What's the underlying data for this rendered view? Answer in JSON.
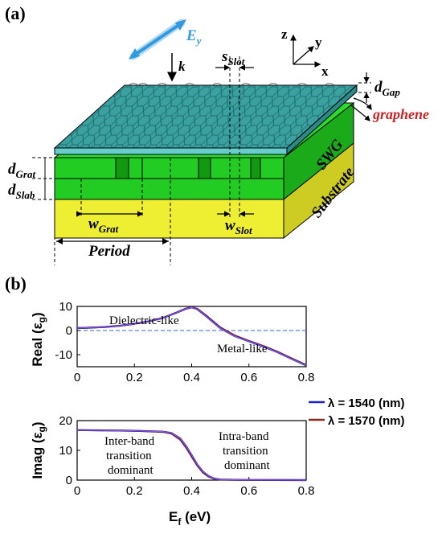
{
  "panel_a": {
    "label": "(a)",
    "labels": {
      "ey": "E",
      "ey_sub": "y",
      "k": "k",
      "s": "s",
      "s_sub": "Slot",
      "z": "z",
      "y": "y",
      "x": "x",
      "d_gap": "d",
      "d_gap_sub": "Gap",
      "graphene": "graphene",
      "swg": "SWG",
      "substrate": "Substrate",
      "d_grat": "d",
      "d_grat_sub": "Grat",
      "d_slab": "d",
      "d_slab_sub": "Slab",
      "w_grat": "w",
      "w_grat_sub": "Grat",
      "w_slot": "w",
      "w_slot_sub": "Slot",
      "period": "Period"
    },
    "colors": {
      "graphene": "#3aa0a0",
      "swg": "#22cc22",
      "substrate": "#eeee33",
      "arrow": "#3399dd",
      "graphene_label": "#cc2222"
    }
  },
  "panel_b": {
    "label": "(b)",
    "legend": [
      {
        "label": "λ = 1540 (nm)",
        "color": "#2222cc"
      },
      {
        "label": "λ = 1570 (nm)",
        "color": "#8b2a1a"
      }
    ]
  },
  "chart_data": [
    {
      "type": "line",
      "xlabel": "",
      "ylabel": "Real (ε",
      "ylabel_sub": "g",
      "ylabel_close": ")",
      "xlim": [
        0,
        0.8
      ],
      "ylim": [
        -15,
        10
      ],
      "xticks": [
        "0",
        "0.2",
        "0.4",
        "0.6",
        "0.8"
      ],
      "yticks": [
        "10",
        "0",
        "-10"
      ],
      "ytick_values": [
        10,
        0,
        -10
      ],
      "xtick_values": [
        0,
        0.2,
        0.4,
        0.6,
        0.8
      ],
      "zero_line": true,
      "annotations": [
        "Dielectric-like",
        "Metal-like"
      ],
      "x": [
        0,
        0.05,
        0.1,
        0.15,
        0.2,
        0.25,
        0.3,
        0.35,
        0.38,
        0.4,
        0.42,
        0.45,
        0.5,
        0.55,
        0.6,
        0.65,
        0.7,
        0.75,
        0.8
      ],
      "series": [
        {
          "name": "λ = 1540 (nm)",
          "values": [
            1.0,
            1.2,
            1.5,
            2.0,
            2.8,
            3.8,
            5.2,
            7.5,
            9.0,
            9.6,
            8.8,
            6.0,
            1.0,
            -2.3,
            -4.5,
            -6.6,
            -9.0,
            -11.8,
            -14.5
          ]
        },
        {
          "name": "λ = 1570 (nm)",
          "values": [
            1.0,
            1.2,
            1.5,
            2.0,
            2.8,
            3.8,
            5.3,
            7.6,
            9.1,
            9.7,
            9.0,
            6.3,
            1.3,
            -2.0,
            -4.3,
            -6.4,
            -8.8,
            -11.6,
            -14.3
          ]
        }
      ]
    },
    {
      "type": "line",
      "xlabel": "E",
      "xlabel_sub": "f",
      "xlabel_unit": " (eV)",
      "ylabel": "Imag (ε",
      "ylabel_sub": "g",
      "ylabel_close": ")",
      "xlim": [
        0,
        0.8
      ],
      "ylim": [
        0,
        20
      ],
      "xticks": [
        "0",
        "0.2",
        "0.4",
        "0.6",
        "0.8"
      ],
      "yticks": [
        "20",
        "10",
        "0"
      ],
      "ytick_values": [
        20,
        10,
        0
      ],
      "xtick_values": [
        0,
        0.2,
        0.4,
        0.6,
        0.8
      ],
      "annotations": [
        "Inter-band",
        "transition",
        "dominant",
        "Intra-band",
        "transition",
        "dominant"
      ],
      "x": [
        0,
        0.1,
        0.2,
        0.3,
        0.33,
        0.36,
        0.38,
        0.4,
        0.42,
        0.44,
        0.46,
        0.48,
        0.5,
        0.6,
        0.7,
        0.8
      ],
      "series": [
        {
          "name": "λ = 1540 (nm)",
          "values": [
            16.8,
            16.7,
            16.6,
            16.3,
            15.8,
            14.0,
            11.5,
            8.4,
            5.2,
            2.8,
            1.3,
            0.5,
            0.2,
            0.05,
            0.02,
            0.01
          ]
        },
        {
          "name": "λ = 1570 (nm)",
          "values": [
            16.8,
            16.7,
            16.6,
            16.2,
            15.6,
            13.6,
            11.0,
            7.9,
            4.8,
            2.5,
            1.1,
            0.4,
            0.15,
            0.05,
            0.02,
            0.01
          ]
        }
      ]
    }
  ]
}
